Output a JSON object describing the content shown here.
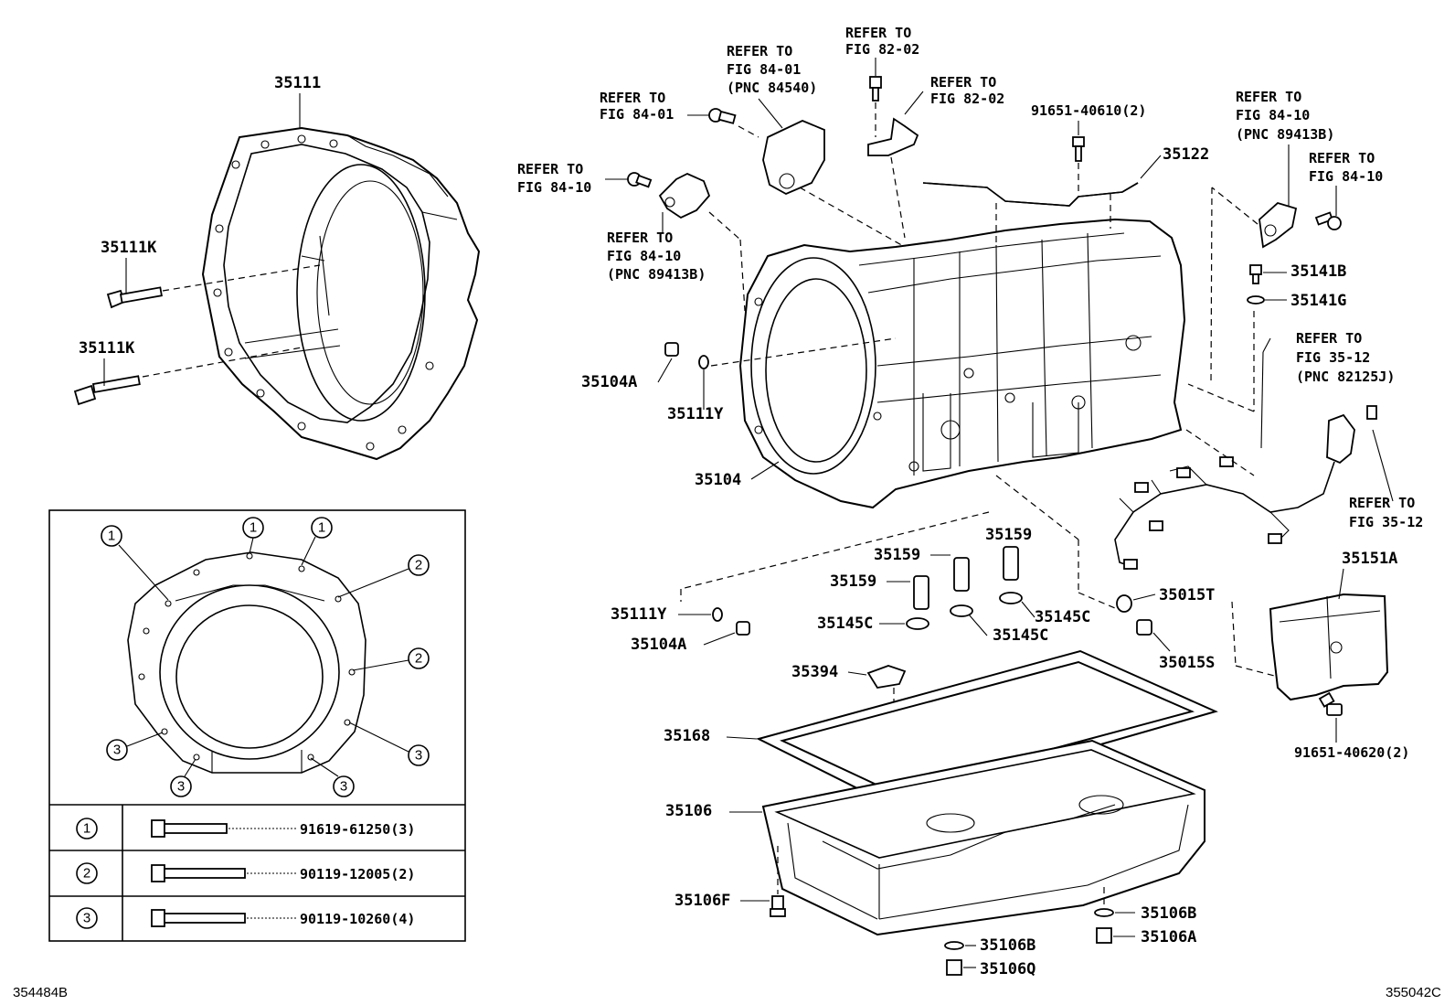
{
  "labels": {
    "p35111": "35111",
    "p35111k_a": "35111K",
    "p35111k_b": "35111K",
    "refer84_01_a_1": "REFER TO",
    "refer84_01_a_2": "FIG 84-01",
    "refer84_01_b_1": "REFER TO",
    "refer84_01_b_2": "FIG 84-01",
    "refer84_01_b_3": "(PNC 84540)",
    "refer82_02_a_1": "REFER TO",
    "refer82_02_a_2": "FIG 82-02",
    "refer82_02_b_1": "REFER TO",
    "refer82_02_b_2": "FIG 82-02",
    "p91651_40610": "91651-40610(2)",
    "p35122": "35122",
    "refer84_10_a_1": "REFER TO",
    "refer84_10_a_2": "FIG 84-10",
    "refer84_10_b_1": "REFER TO",
    "refer84_10_b_2": "FIG 84-10",
    "refer84_10_b_3": "(PNC 89413B)",
    "refer84_10_c_1": "REFER TO",
    "refer84_10_c_2": "FIG 84-10",
    "refer84_10_c_3": "(PNC 89413B)",
    "refer84_10_d_1": "REFER TO",
    "refer84_10_d_2": "FIG 84-10",
    "p35141b": "35141B",
    "p35141g": "35141G",
    "refer35_12_a_1": "REFER TO",
    "refer35_12_a_2": "FIG 35-12",
    "refer35_12_a_3": "(PNC 82125J)",
    "refer35_12_b_1": "REFER TO",
    "refer35_12_b_2": "FIG 35-12",
    "p35104a_a": "35104A",
    "p35111y_a": "35111Y",
    "p35104": "35104",
    "p35159_a": "35159",
    "p35159_b": "35159",
    "p35159_c": "35159",
    "p35145c_a": "35145C",
    "p35145c_b": "35145C",
    "p35145c_c": "35145C",
    "p35111y_b": "35111Y",
    "p35104a_b": "35104A",
    "p35015t": "35015T",
    "p35015s": "35015S",
    "p35151a": "35151A",
    "p35394": "35394",
    "p35168": "35168",
    "p35106": "35106",
    "p91651_40620": "91651-40620(2)",
    "p35106f": "35106F",
    "p35106b_a": "35106B",
    "p35106a": "35106A",
    "p35106b_b": "35106B",
    "p35106q": "35106Q"
  },
  "inset": {
    "callouts": [
      "1",
      "1",
      "1",
      "2",
      "2",
      "3",
      "3",
      "3",
      "3"
    ],
    "rows": [
      {
        "num": "1",
        "part": "91619-61250(3)"
      },
      {
        "num": "2",
        "part": "90119-12005(2)"
      },
      {
        "num": "3",
        "part": "90119-10260(4)"
      }
    ]
  },
  "footer": {
    "left_id": "354484B",
    "right_id": "355042C"
  }
}
